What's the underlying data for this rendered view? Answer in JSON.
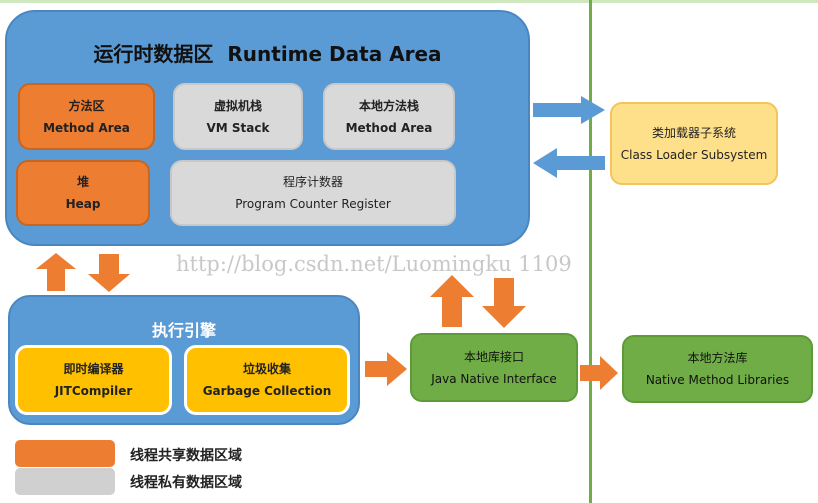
{
  "runtime": {
    "title_cn": "运行时数据区",
    "title_en": "Runtime Data Area",
    "method_area": {
      "cn": "方法区",
      "en": "Method Area"
    },
    "vm_stack": {
      "cn": "虚拟机栈",
      "en": "VM Stack"
    },
    "native_stack": {
      "cn": "本地方法栈",
      "en": "Method Area"
    },
    "heap": {
      "cn": "堆",
      "en": "Heap"
    },
    "pc": {
      "cn": "程序计数器",
      "en": "Program Counter Register"
    }
  },
  "class_loader": {
    "cn": "类加载器子系统",
    "en": "Class Loader Subsystem"
  },
  "engine": {
    "title": "执行引擎",
    "jit": {
      "cn": "即时编译器",
      "en": "JITCompiler"
    },
    "gc": {
      "cn": "垃圾收集",
      "en": "Garbage Collection"
    }
  },
  "jni": {
    "cn": "本地库接口",
    "en": "Java Native Interface"
  },
  "nml": {
    "cn": "本地方法库",
    "en": "Native Method Libraries"
  },
  "watermark": "http://blog.csdn.net/Luomingku 1109",
  "legend": {
    "shared": "线程共享数据区域",
    "private": "线程私有数据区域"
  },
  "colors": {
    "blue": "#5b9bd5",
    "orange": "#ed7d31",
    "gray": "#d9d9d9",
    "yellow": "#ffc000",
    "green": "#70ad47",
    "divider": "#70ad47"
  }
}
